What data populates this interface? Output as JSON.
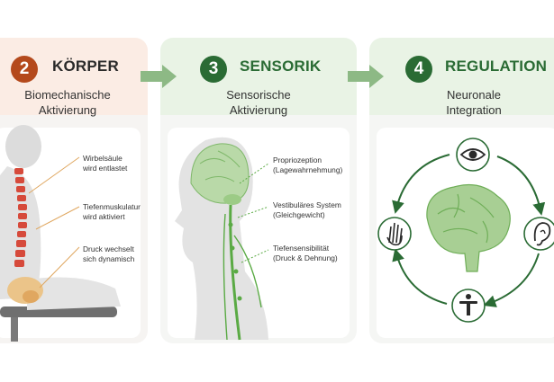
{
  "colors": {
    "orange": "#b4491c",
    "green": "#2a6b34",
    "arrow": "#8db985",
    "spine": "#d64a3b",
    "nerve": "#5aaa44"
  },
  "panels": [
    {
      "number": "2",
      "title": "KÖRPER",
      "subtitle_line1": "Biomechanische",
      "subtitle_line2": "Aktivierung",
      "labels": [
        {
          "line1": "Wirbelsäule",
          "line2": "wird entlastet"
        },
        {
          "line1": "Tiefenmuskulatur",
          "line2": "wird aktiviert"
        },
        {
          "line1": "Druck wechselt",
          "line2": "sich dynamisch"
        }
      ]
    },
    {
      "number": "3",
      "title": "SENSORIK",
      "subtitle_line1": "Sensorische",
      "subtitle_line2": "Aktivierung",
      "labels": [
        {
          "line1": "Propriozeption",
          "line2": "(Lagewahrnehmung)"
        },
        {
          "line1": "Vestibuläres System",
          "line2": "(Gleichgewicht)"
        },
        {
          "line1": "Tiefensensibilität",
          "line2": "(Druck & Dehnung)"
        }
      ]
    },
    {
      "number": "4",
      "title": "REGULATION",
      "subtitle_line1": "Neuronale",
      "subtitle_line2": "Integration",
      "icons": [
        "eye-icon",
        "ear-icon",
        "standing-person-icon",
        "hand-icon",
        "brain-icon"
      ]
    }
  ]
}
